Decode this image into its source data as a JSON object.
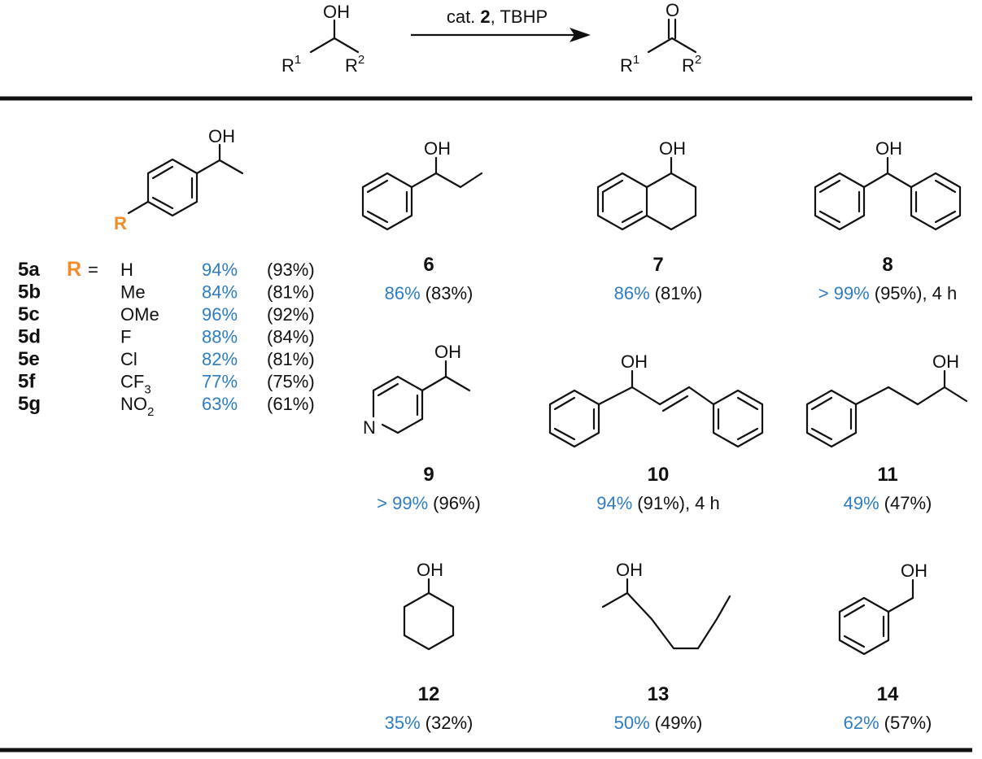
{
  "colors": {
    "yield": "#2e7dc3",
    "r_group": "#f28c28",
    "text": "#111111"
  },
  "scheme": {
    "reagents_prefix": "cat. ",
    "reagents_cat": "2",
    "reagents_suffix": ", TBHP",
    "oh": "OH",
    "o": "O",
    "r": "R",
    "sup1": "1",
    "sup2": "2"
  },
  "series5": {
    "r_label": "R",
    "r_equals": "=",
    "oh": "OH",
    "rows": [
      {
        "id": "5a",
        "sub": "H",
        "subscript": "",
        "yield": "94%",
        "isolated": "(93%)"
      },
      {
        "id": "5b",
        "sub": "Me",
        "subscript": "",
        "yield": "84%",
        "isolated": "(81%)"
      },
      {
        "id": "5c",
        "sub": "OMe",
        "subscript": "",
        "yield": "96%",
        "isolated": "(92%)"
      },
      {
        "id": "5d",
        "sub": "F",
        "subscript": "",
        "yield": "88%",
        "isolated": "(84%)"
      },
      {
        "id": "5e",
        "sub": "Cl",
        "subscript": "",
        "yield": "82%",
        "isolated": "(81%)"
      },
      {
        "id": "5f",
        "sub": "CF",
        "subscript": "3",
        "yield": "77%",
        "isolated": "(75%)"
      },
      {
        "id": "5g",
        "sub": "NO",
        "subscript": "2",
        "yield": "63%",
        "isolated": "(61%)"
      }
    ]
  },
  "compounds": [
    {
      "id": "6",
      "yield": "86%",
      "isolated": "(83%)",
      "extra": ""
    },
    {
      "id": "7",
      "yield": "86%",
      "isolated": "(81%)",
      "extra": ""
    },
    {
      "id": "8",
      "yield": "> 99%",
      "isolated": "(95%)",
      "extra": ", 4 h"
    },
    {
      "id": "9",
      "yield": "> 99%",
      "isolated": "(96%)",
      "extra": ""
    },
    {
      "id": "10",
      "yield": "94%",
      "isolated": "(91%)",
      "extra": ", 4 h"
    },
    {
      "id": "11",
      "yield": "49%",
      "isolated": "(47%)",
      "extra": ""
    },
    {
      "id": "12",
      "yield": "35%",
      "isolated": "(32%)",
      "extra": ""
    },
    {
      "id": "13",
      "yield": "50%",
      "isolated": "(49%)",
      "extra": ""
    },
    {
      "id": "14",
      "yield": "62%",
      "isolated": "(57%)",
      "extra": ""
    }
  ],
  "atoms": {
    "oh": "OH",
    "n": "N"
  }
}
